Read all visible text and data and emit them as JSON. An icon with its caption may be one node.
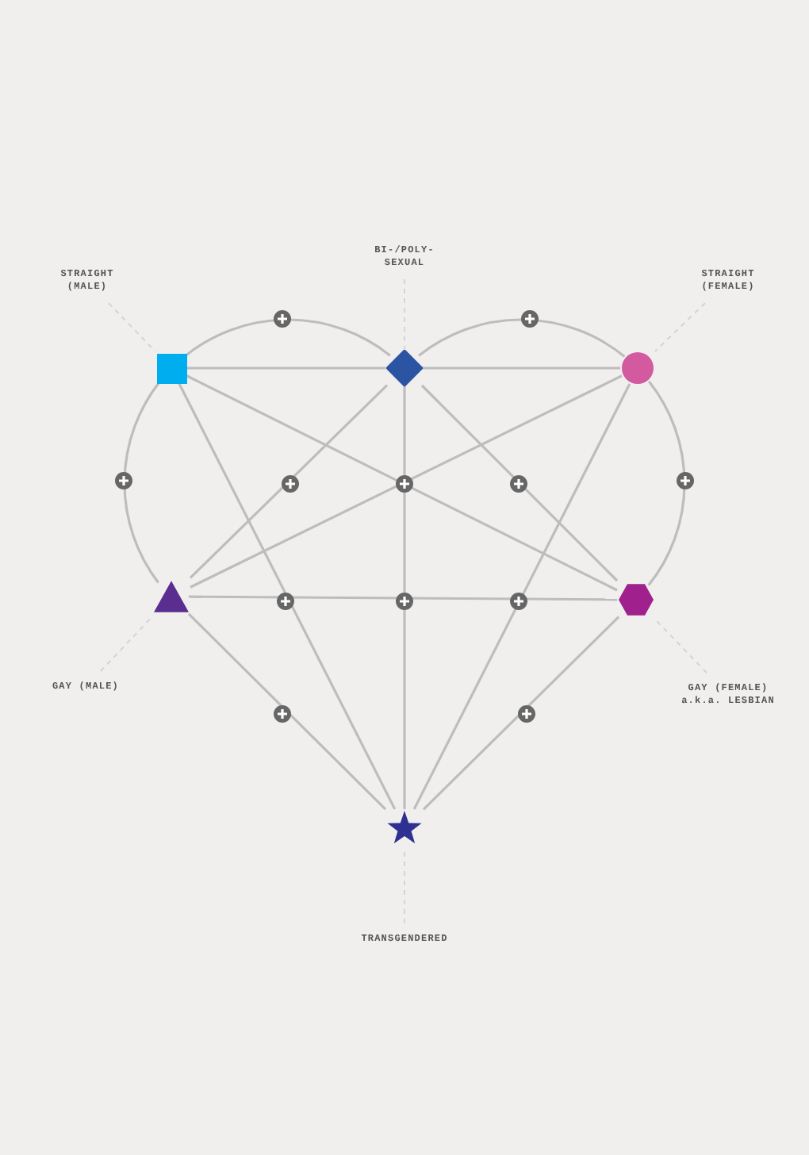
{
  "diagram": {
    "nodes": [
      {
        "text": [
          "BI-/POLY- SEXUAL"
        ]
      },
      {
        "text": [
          "STRAIGHT (MALE)"
        ]
      },
      {
        "text": [
          "STRAIGHT (FEMALE)"
        ]
      },
      {
        "text": [],
        "shape": "box"
      },
      {
        "text": [],
        "shape": "diamond"
      },
      {
        "text": [],
        "shape": "circle"
      },
      {
        "text": [],
        "shape": "triangle"
      },
      {
        "text": [],
        "shape": "hexagon"
      },
      {
        "text": [
          "GAY (MALE)"
        ]
      },
      {
        "text": [
          "GAY (FEMALE) a.k.a. LESBIAN"
        ]
      },
      {
        "text": [],
        "shape": "star"
      },
      {
        "text": [
          "TRANSGENDERED"
        ]
      }
    ],
    "edges": [
      {
        "from": 0,
        "to": 4,
        "arrow": "none",
        "style": "dashed",
        "color": "#d4d4d4"
      },
      {
        "from": 1,
        "to": 3,
        "arrow": "none",
        "style": "dashed",
        "color": "#d4d4d4"
      },
      {
        "from": 2,
        "to": 5,
        "arrow": "none",
        "style": "dashed",
        "color": "#d4d4d4"
      },
      {
        "from": 8,
        "to": 6,
        "arrow": "none",
        "style": "dashed",
        "color": "#d4d4d4"
      },
      {
        "from": 9,
        "to": 7,
        "arrow": "none",
        "style": "dashed",
        "color": "#d4d4d4"
      },
      {
        "from": 11,
        "to": 10,
        "arrow": "none",
        "style": "dashed",
        "color": "#d4d4d4"
      },
      {
        "from": 3,
        "to": 4,
        "arrow": "none"
      },
      {
        "from": 4,
        "to": 5,
        "arrow": "none"
      },
      {
        "from": 3,
        "to": 4,
        "arrow": "none"
      },
      {
        "from": 4,
        "to": 5,
        "arrow": "none"
      },
      {
        "from": 3,
        "to": 6,
        "arrow": "none"
      },
      {
        "from": 5,
        "to": 7,
        "arrow": "none"
      },
      {
        "from": 3,
        "to": 10,
        "arrow": "none"
      },
      {
        "from": 3,
        "to": 7,
        "arrow": "none"
      },
      {
        "from": 5,
        "to": 6,
        "arrow": "none"
      },
      {
        "from": 5,
        "to": 10,
        "arrow": "none"
      },
      {
        "from": 4,
        "to": 6,
        "arrow": "none"
      },
      {
        "from": 4,
        "to": 7,
        "arrow": "none"
      },
      {
        "from": 4,
        "to": 10,
        "arrow": "none"
      },
      {
        "from": 6,
        "to": 7,
        "arrow": "none"
      },
      {
        "from": 6,
        "to": 10,
        "arrow": "none"
      },
      {
        "from": 7,
        "to": 10,
        "arrow": "none"
      }
    ]
  }
}
